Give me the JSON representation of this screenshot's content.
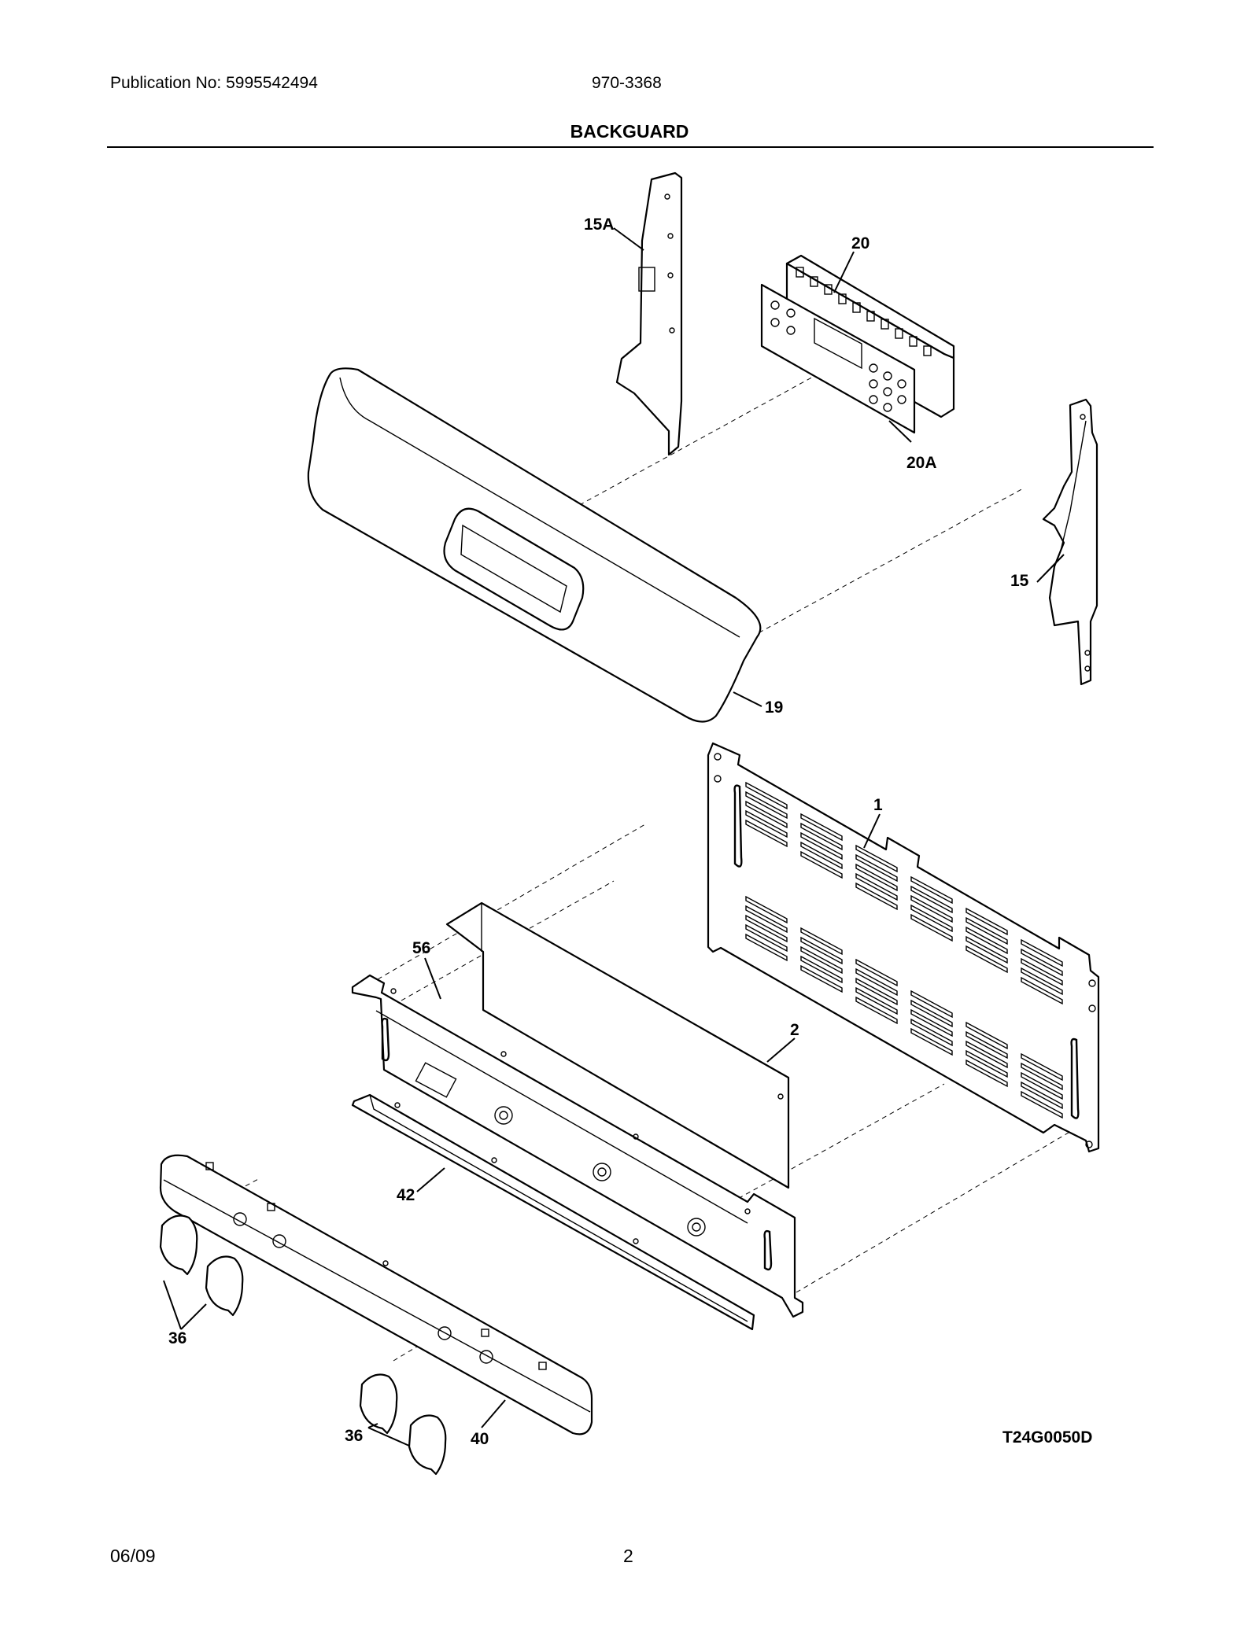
{
  "header": {
    "publication": "Publication No: 5995542494",
    "model": "970-3368",
    "title": "BACKGUARD"
  },
  "diagram": {
    "code": "T24G0050D",
    "labels": {
      "l15a": "15A",
      "l20": "20",
      "l20a": "20A",
      "l15": "15",
      "l19": "19",
      "l1": "1",
      "l56": "56",
      "l2": "2",
      "l42": "42",
      "l36a": "36",
      "l36b": "36",
      "l40": "40"
    }
  },
  "footer": {
    "date": "06/09",
    "page": "2"
  }
}
